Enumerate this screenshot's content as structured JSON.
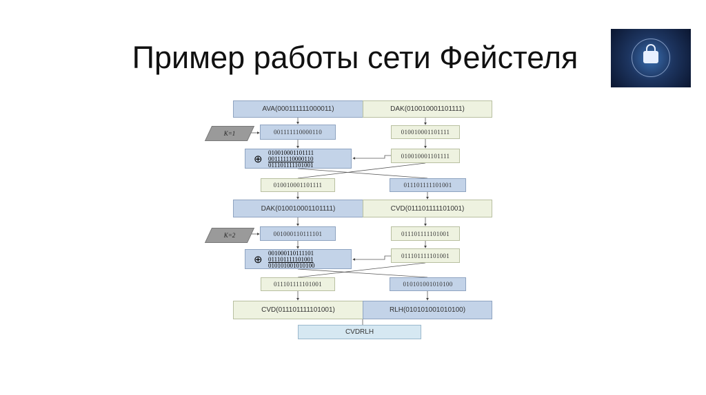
{
  "title": "Пример работы сети Фейстеля",
  "round1": {
    "left": "AVA(000111111000011)",
    "right": "DAK(010010001101111)",
    "key": "K=1",
    "left_f": "001111110000110",
    "right_copy1": "010010001101111",
    "xor": [
      "010010001101111",
      "001111110000110",
      "011101111101001"
    ],
    "right_copy2": "010010001101111",
    "out_left": "010010001101111",
    "out_right": "011101111101001"
  },
  "round2": {
    "left": "DAK(010010001101111)",
    "right": "CVD(011101111101001)",
    "key": "K=2",
    "left_f": "001000110111101",
    "right_copy1": "011101111101001",
    "xor": [
      "001000110111101",
      "011101111101001",
      "010101001010100"
    ],
    "right_copy2": "011101111101001",
    "out_left": "011101111101001",
    "out_right": "010101001010100"
  },
  "final": {
    "left": "CVD(011101111101001)",
    "right": "RLH(010101001010100)",
    "result": "CVDRLH"
  }
}
